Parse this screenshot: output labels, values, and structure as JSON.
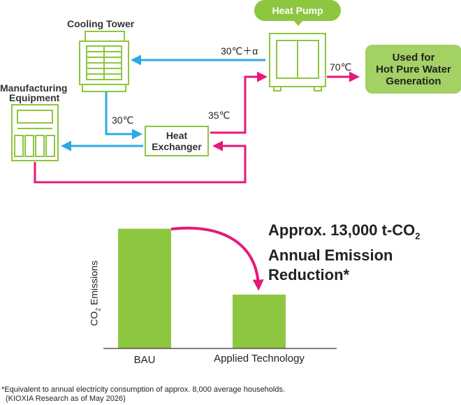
{
  "labels": {
    "heat_pump": "Heat Pump",
    "cooling_tower": "Cooling Tower",
    "manufacturing_line1": "Manufacturing",
    "manufacturing_line2": "Equipment",
    "heat_exchanger_line1": "Heat",
    "heat_exchanger_line2": "Exchanger",
    "used_for_line1": "Used for",
    "used_for_line2": "Hot Pure Water",
    "used_for_line3": "Generation"
  },
  "temperatures": {
    "return_to_tower": "30℃＋α",
    "hot_water": "70℃",
    "tower_to_exchanger": "30℃",
    "exchanger_to_heat_pump": "35℃"
  },
  "colors": {
    "green": "#8dc63f",
    "blue": "#29abe2",
    "magenta": "#e5197a"
  },
  "chart_data": {
    "type": "bar",
    "categories": [
      "BAU",
      "Applied Technology"
    ],
    "values": [
      1.0,
      0.45
    ],
    "ylabel_main": "CO",
    "ylabel_sub": "2",
    "ylabel_rest": " Emissions",
    "ylim": [
      0,
      1.05
    ],
    "annotation": {
      "line1_main": "Approx. 13,000 t-CO",
      "line1_sub": "2",
      "line2": "Annual Emission",
      "line3": "Reduction*"
    }
  },
  "footnote": {
    "line1": "*Equivalent to annual electricity consumption of approx. 8,000 average households.",
    "line2": "(KIOXIA Research as of May 2026)"
  }
}
